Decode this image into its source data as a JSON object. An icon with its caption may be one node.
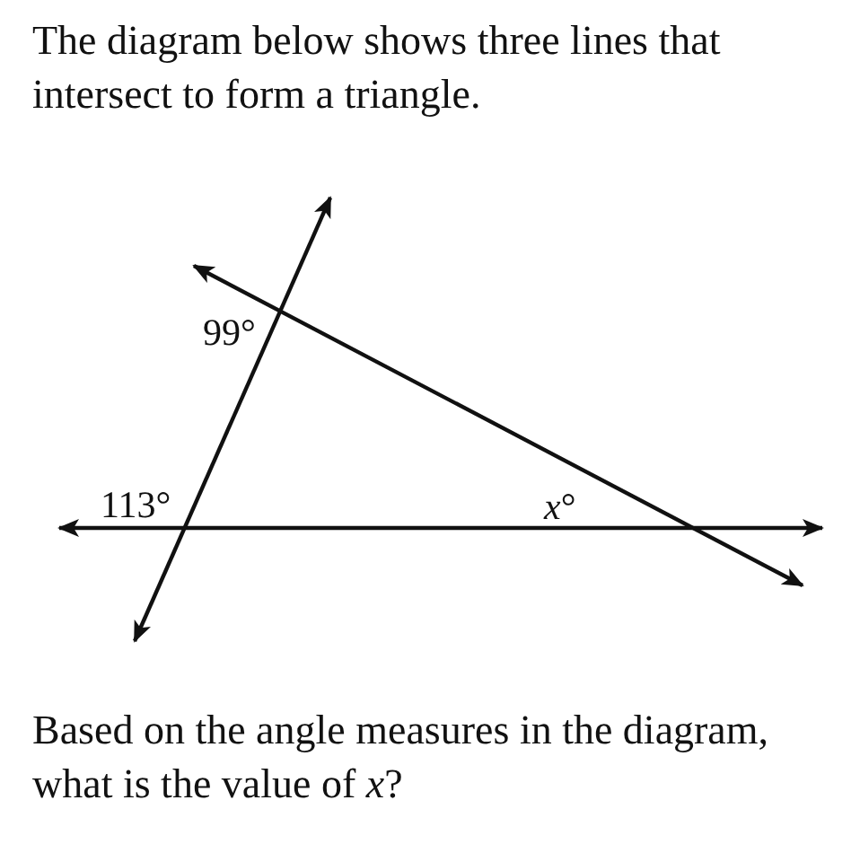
{
  "diagram": {
    "title": "The diagram below shows three lines that intersect to form a triangle.",
    "caption": "Based on the angle measures in the diagram, what is the value of *x*?",
    "labels": [
      "99°",
      "113°",
      "*x*°"
    ]
  }
}
